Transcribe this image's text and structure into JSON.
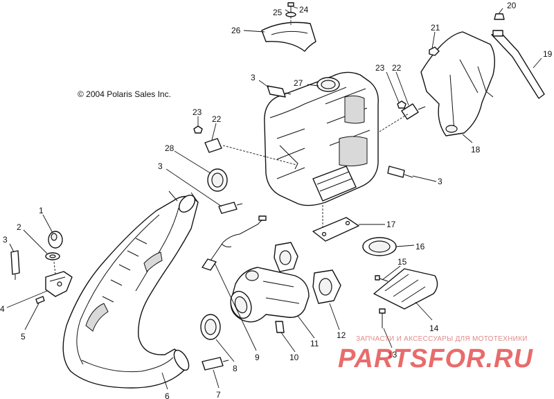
{
  "copyright": "© 2004 Polaris Sales Inc.",
  "watermark": {
    "tagline": "ЗАПЧАСТИ И АКСЕССУАРЫ ДЛЯ МОТОТЕХНИКИ",
    "brand": "PARTSFOR.RU",
    "brand_color": "#e23a3a"
  },
  "callouts": {
    "c1": "1",
    "c2": "2",
    "c3a": "3",
    "c3b": "3",
    "c3c": "3",
    "c3d": "3",
    "c4": "4",
    "c5": "5",
    "c6": "6",
    "c7": "7",
    "c8": "8",
    "c9": "9",
    "c10": "10",
    "c11": "11",
    "c12": "12",
    "c13": "13",
    "c14": "14",
    "c15": "15",
    "c16": "16",
    "c17": "17",
    "c18": "18",
    "c19": "19",
    "c20": "20",
    "c21": "21",
    "c22a": "22",
    "c22b": "22",
    "c23a": "23",
    "c23b": "23",
    "c24": "24",
    "c25": "25",
    "c26": "26",
    "c27": "27",
    "c28": "28"
  }
}
